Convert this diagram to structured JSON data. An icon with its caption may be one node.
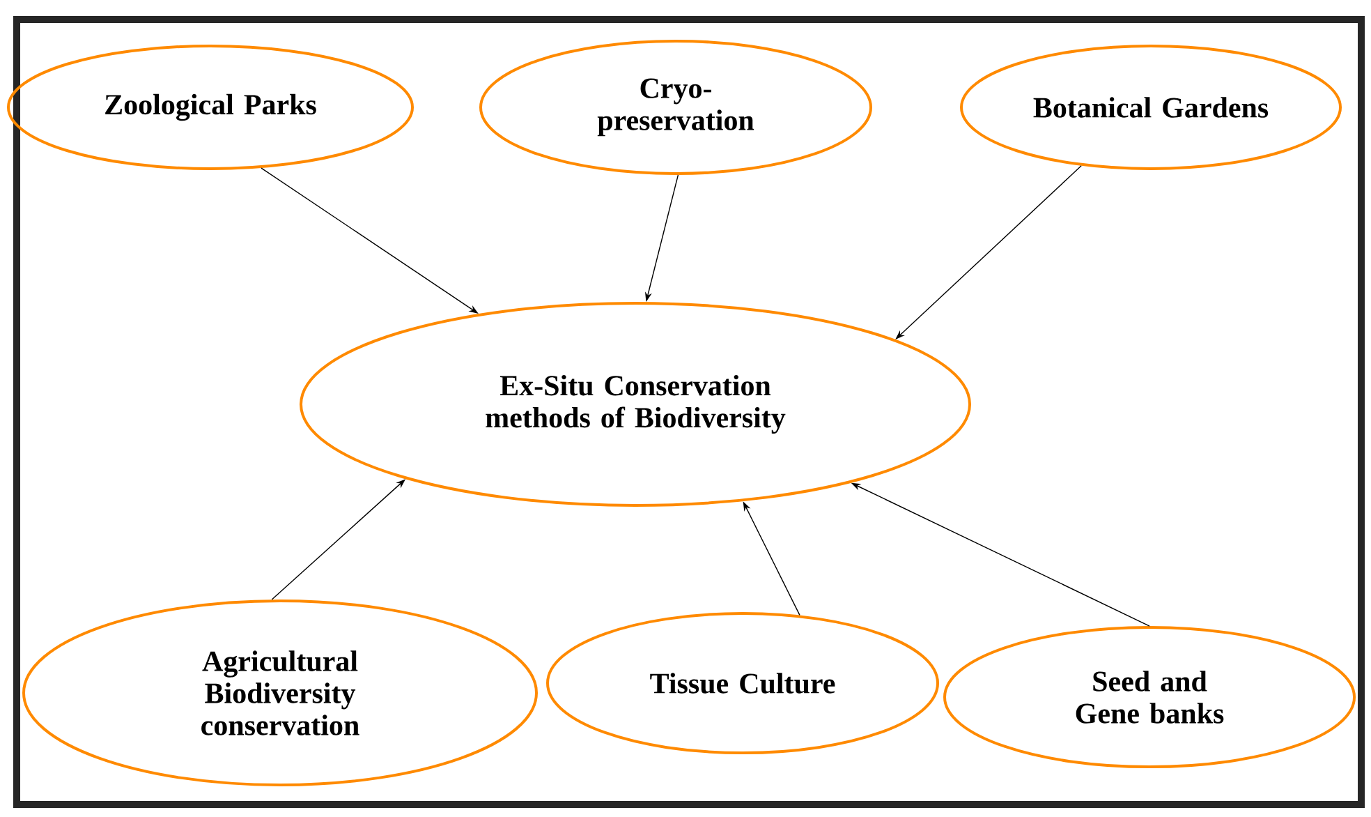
{
  "diagram": {
    "nodes": [
      {
        "text": [
          "Zoological Parks"
        ]
      },
      {
        "text": [
          "Cryo- preservation"
        ]
      },
      {
        "text": [
          "Botanical Gardens"
        ]
      },
      {
        "text": [
          "Ex-Situ Conservation methods of Biodiversity"
        ]
      },
      {
        "text": [
          "Agricultural Biodiversity conservation"
        ]
      },
      {
        "text": [
          "Tissue Culture"
        ]
      },
      {
        "text": [
          "Seed and Gene banks"
        ]
      }
    ],
    "edges": [
      {
        "from": 0,
        "to": 3,
        "arrow": "to"
      },
      {
        "from": 1,
        "to": 3,
        "arrow": "to"
      },
      {
        "from": 2,
        "to": 3,
        "arrow": "to"
      },
      {
        "from": 4,
        "to": 3,
        "arrow": "to"
      },
      {
        "from": 5,
        "to": 3,
        "arrow": "to"
      },
      {
        "from": 6,
        "to": 3,
        "arrow": "to"
      }
    ]
  }
}
